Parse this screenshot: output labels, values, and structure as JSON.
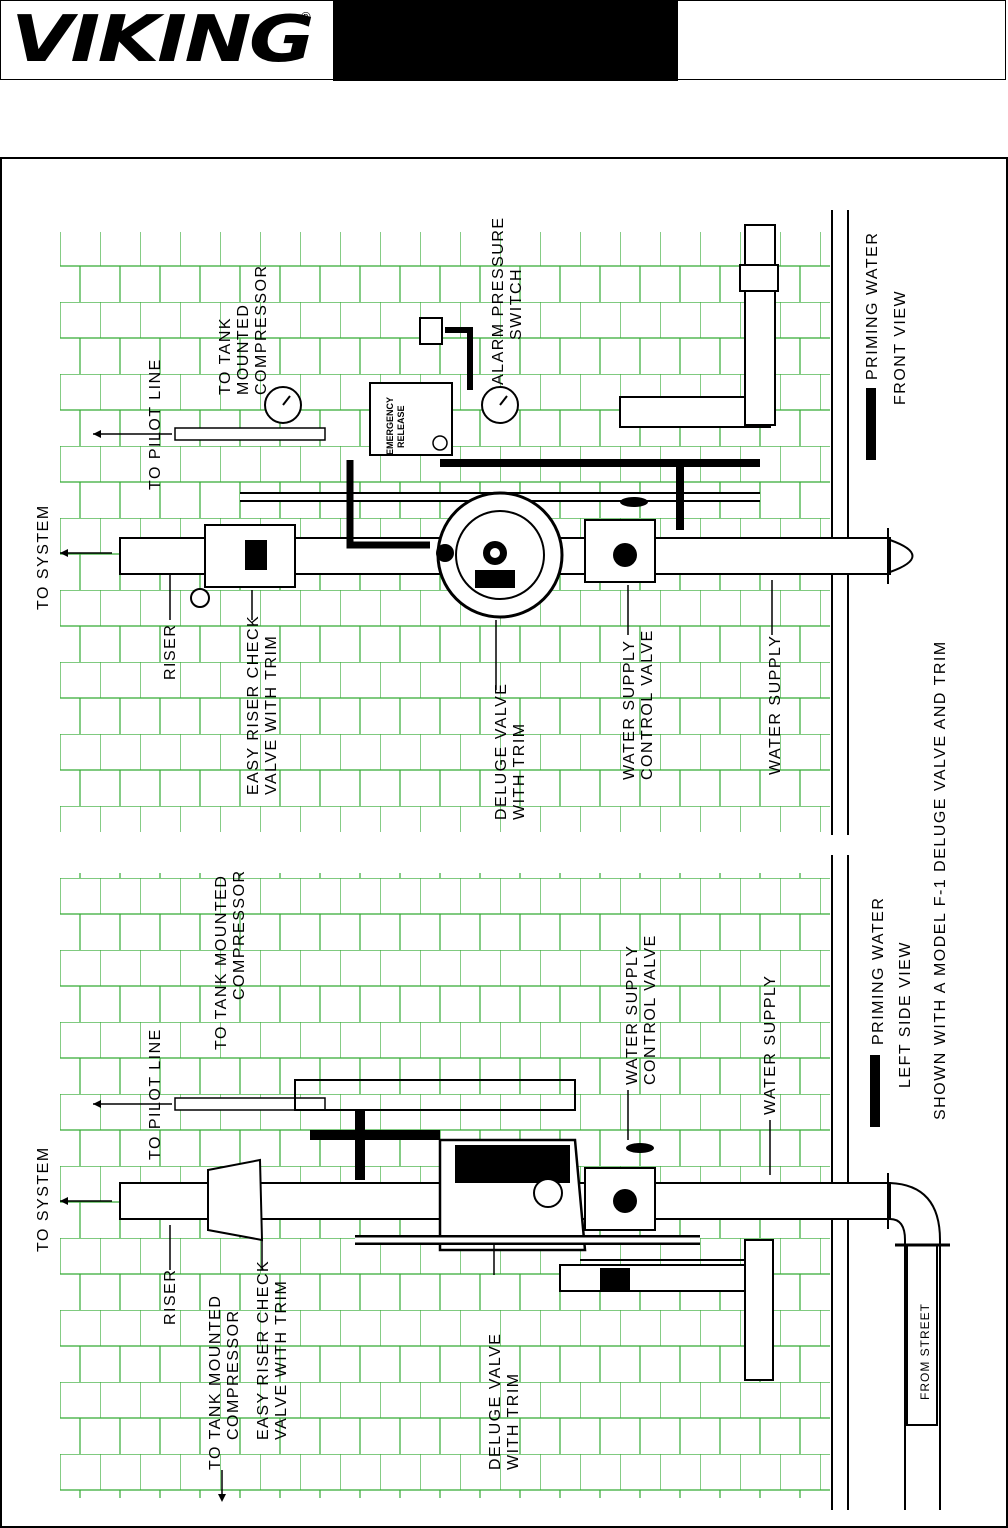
{
  "header": {
    "brand": "VIKING",
    "registered": "®"
  },
  "front_view": {
    "labels": {
      "to_system": "TO SYSTEM",
      "to_pilot_line": "TO PILOT LINE",
      "to_tank_1": "TO TANK",
      "to_tank_2": "MOUNTED",
      "to_tank_3": "COMPRESSOR",
      "alarm_1": "ALARM PRESSURE",
      "alarm_2": "SWITCH",
      "riser": "RISER",
      "easy_riser_1": "EASY RISER CHECK",
      "easy_riser_2": "VALVE WITH TRIM",
      "deluge_1": "DELUGE VALVE",
      "deluge_2": "WITH TRIM",
      "ws_control_1": "WATER SUPPLY",
      "ws_control_2": "CONTROL VALVE",
      "water_supply": "WATER SUPPLY",
      "emergency_1": "EMERGENCY",
      "emergency_2": "RELEASE"
    },
    "legend_item": "PRIMING WATER",
    "view_title": "FRONT VIEW"
  },
  "side_view": {
    "labels": {
      "to_system": "TO SYSTEM",
      "to_pilot_line": "TO PILOT LINE",
      "to_tank_top_1": "TO TANK MOUNTED",
      "to_tank_top_2": "COMPRESSOR",
      "riser": "RISER",
      "to_tank_bottom_1": "TO TANK MOUNTED",
      "to_tank_bottom_2": "COMPRESSOR",
      "easy_riser_1": "EASY RISER CHECK",
      "easy_riser_2": "VALVE WITH TRIM",
      "deluge_1": "DELUGE VALVE",
      "deluge_2": "WITH TRIM",
      "ws_control_1": "WATER SUPPLY",
      "ws_control_2": "CONTROL VALVE",
      "water_supply": "WATER SUPPLY",
      "from_street": "FROM STREET"
    },
    "legend_item": "PRIMING WATER",
    "view_title": "LEFT SIDE VIEW"
  },
  "caption": "SHOWN WITH A MODEL F-1 DELUGE VALVE AND TRIM",
  "colors": {
    "wall_grid": "#33aa33",
    "ink": "#000000"
  }
}
